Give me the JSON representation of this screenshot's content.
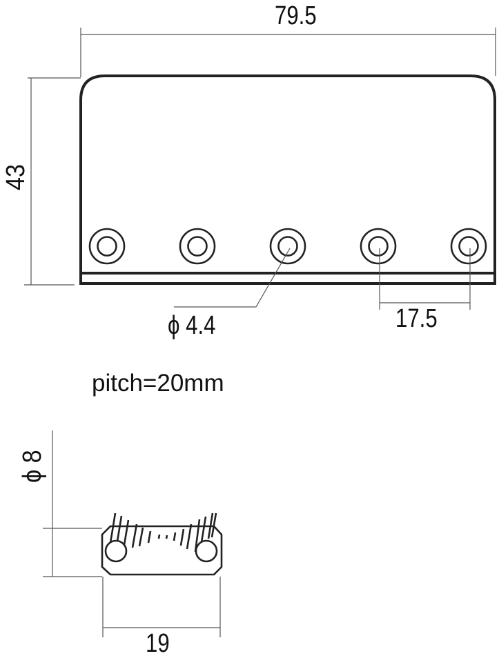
{
  "drawing": {
    "plate": {
      "width_label": "79.5",
      "height_label": "43",
      "hole_diameter_label": "ϕ 4.4",
      "hole_spacing_label": "17.5",
      "hole_count": 5,
      "pitch_note": "pitch=20mm"
    },
    "saddle": {
      "diameter_label": "ϕ 8",
      "width_label": "19"
    },
    "colors": {
      "outline": "#222222",
      "dimension_line": "#555555",
      "text": "#111111",
      "background": "#ffffff"
    }
  }
}
